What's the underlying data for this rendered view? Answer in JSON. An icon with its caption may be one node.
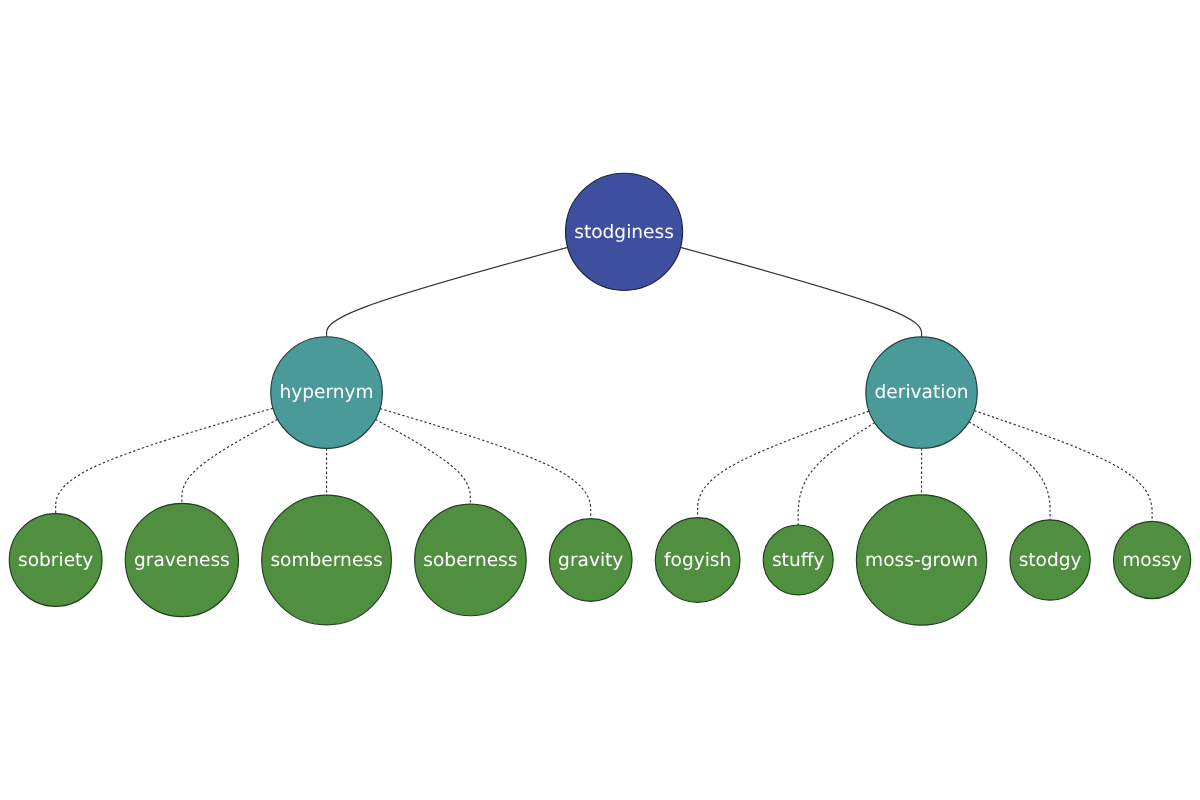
{
  "diagram": {
    "nodes": [
      {
        "text": [
          "sobriety"
        ]
      },
      {
        "text": [
          "graveness"
        ]
      },
      {
        "text": [
          "somberness"
        ]
      },
      {
        "text": [
          "soberness"
        ]
      },
      {
        "text": [
          "hypernym"
        ]
      },
      {
        "text": [
          "gravity"
        ]
      },
      {
        "text": [
          "stodginess"
        ]
      },
      {
        "text": [
          "fogyish"
        ]
      },
      {
        "text": [
          "derivation"
        ]
      },
      {
        "text": [
          "stuffy"
        ]
      },
      {
        "text": [
          "moss-grown"
        ]
      },
      {
        "text": [
          "stodgy"
        ]
      },
      {
        "text": [
          "mossy"
        ]
      }
    ],
    "edges": [
      {
        "from": 4,
        "to": 0,
        "arrow": "none",
        "style": "dashed"
      },
      {
        "from": 4,
        "to": 1,
        "arrow": "none",
        "style": "dashed"
      },
      {
        "from": 4,
        "to": 2,
        "arrow": "none",
        "style": "dashed"
      },
      {
        "from": 4,
        "to": 3,
        "arrow": "none",
        "style": "dashed"
      },
      {
        "from": 4,
        "to": 5,
        "arrow": "none",
        "style": "dashed"
      },
      {
        "from": 6,
        "to": 4,
        "arrow": "none"
      },
      {
        "from": 6,
        "to": 8,
        "arrow": "none"
      },
      {
        "from": 8,
        "to": 7,
        "arrow": "none",
        "style": "dashed"
      },
      {
        "from": 8,
        "to": 9,
        "arrow": "none",
        "style": "dashed"
      },
      {
        "from": 8,
        "to": 10,
        "arrow": "none",
        "style": "dashed"
      },
      {
        "from": 8,
        "to": 11,
        "arrow": "none",
        "style": "dashed"
      },
      {
        "from": 8,
        "to": 12,
        "arrow": "none",
        "style": "dashed"
      }
    ]
  }
}
